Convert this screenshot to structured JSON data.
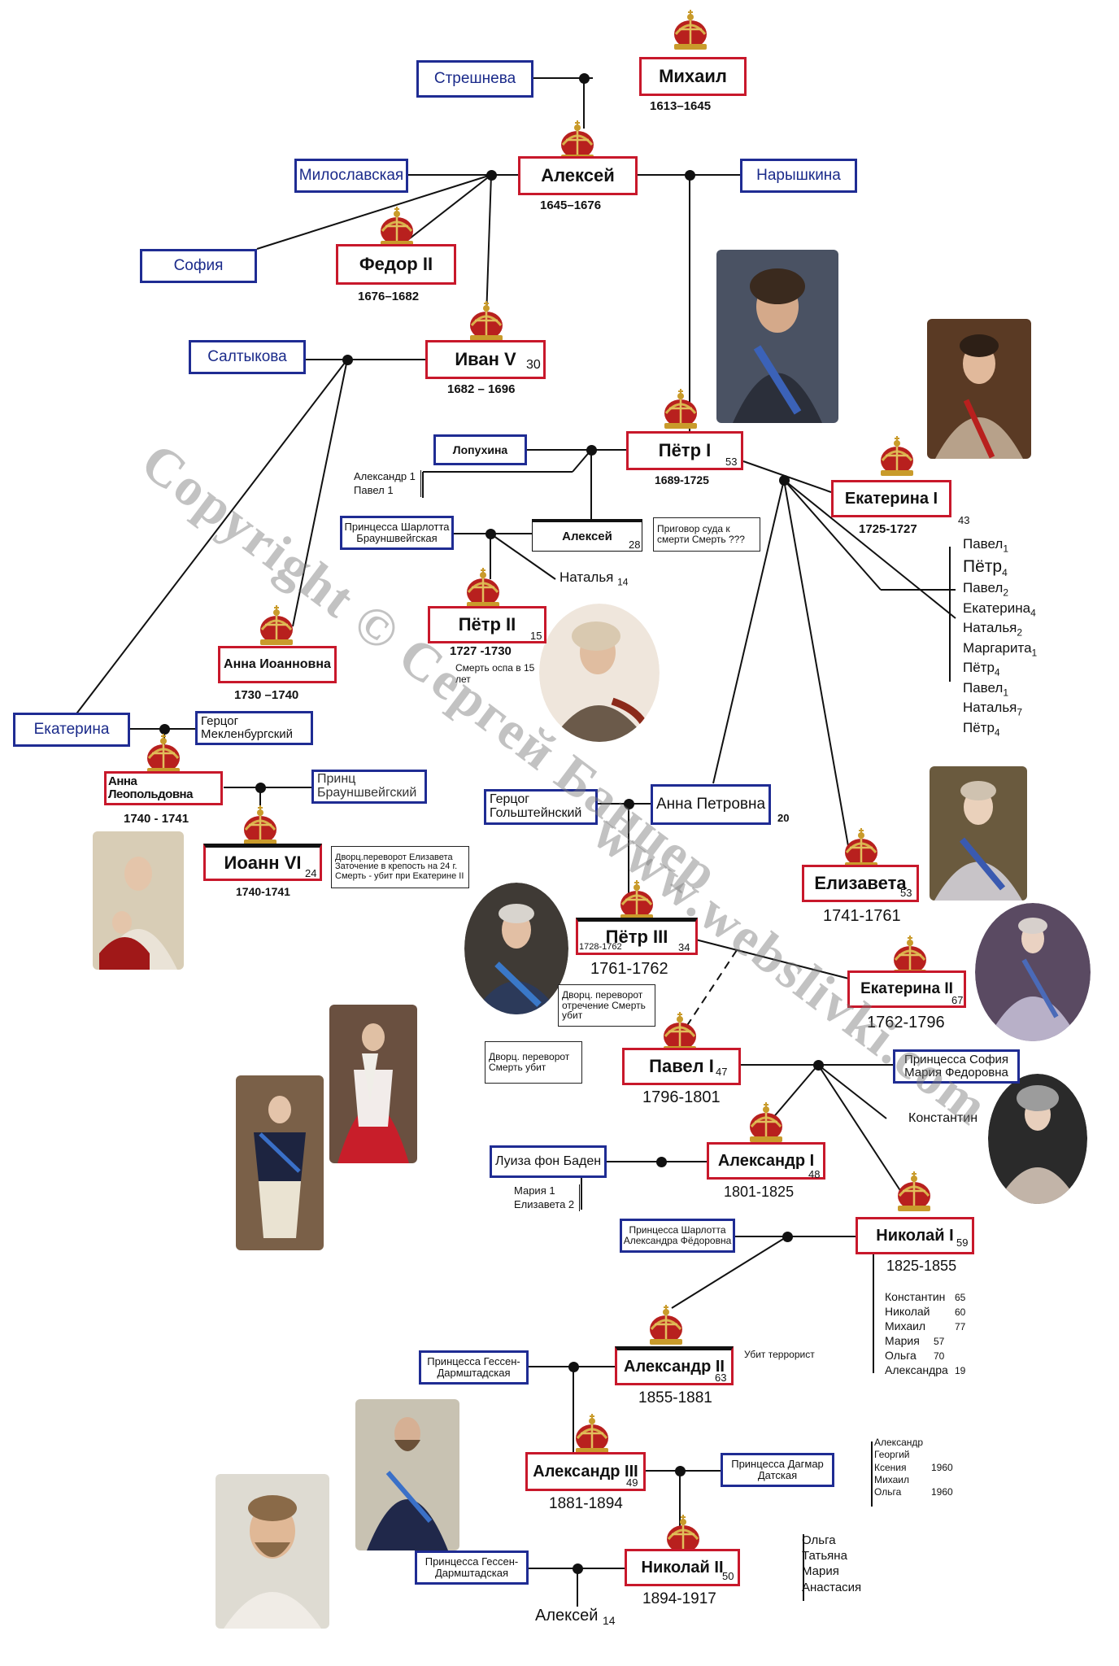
{
  "rulers": {
    "mikhail": {
      "name": "Михаил",
      "years": "1613–1645"
    },
    "aleksei": {
      "name": "Алексей",
      "years": "1645–1676"
    },
    "fedor2": {
      "name": "Федор II",
      "years": "1676–1682"
    },
    "ivan5": {
      "name": "Иван V",
      "num": "30",
      "years": "1682 – 1696"
    },
    "petr1": {
      "name": "Пётр I",
      "num": "53",
      "years": "1689-1725"
    },
    "ekaterina1": {
      "name": "Екатерина I",
      "num": "43",
      "years": "1725-1727"
    },
    "aleksei_son": {
      "name": "Алексей",
      "num": "28"
    },
    "petr2": {
      "name": "Пётр II",
      "num": "15",
      "years": "1727 -1730",
      "death": "Смерть  оспа в 15 лет"
    },
    "anna_ioannovna": {
      "name": "Анна Иоанновна",
      "years": "1730 –1740"
    },
    "anna_leopoldovna": {
      "name": "Анна Леопольдовна",
      "years": "1740 - 1741"
    },
    "ioann6": {
      "name": "Иоанн VI",
      "num": "24",
      "years": "1740-1741"
    },
    "elizaveta": {
      "name": "Елизавета",
      "num": "53",
      "years": "1741-1761"
    },
    "petr3": {
      "name": "Пётр III",
      "num": "34",
      "inner_years": "1728-1762",
      "years": "1761-1762"
    },
    "ekaterina2": {
      "name": "Екатерина II",
      "num": "67",
      "years": "1762-1796"
    },
    "pavel1": {
      "name": "Павел I",
      "num": "47",
      "years": "1796-1801"
    },
    "aleksandr1": {
      "name": "Александр I",
      "num": "48",
      "years": "1801-1825"
    },
    "nikolai1": {
      "name": "Николай I",
      "num": "59",
      "years": "1825-1855"
    },
    "aleksandr2": {
      "name": "Александр II",
      "num": "63",
      "years": "1855-1881"
    },
    "aleksandr3": {
      "name": "Александр III",
      "num": "49",
      "years": "1881-1894"
    },
    "nikolai2": {
      "name": "Николай II",
      "num": "50",
      "years": "1894-1917"
    }
  },
  "spouses": {
    "streshneva": "Стрешнева",
    "miloslavskaya": "Милославская",
    "naryshkina": "Нарышкина",
    "sofia": "София",
    "saltykova": "Салтыкова",
    "lopukhina": "Лопухина",
    "charlotta_br": "Принцесса Шарлотта Брауншвейгская",
    "ekaterina": "Екатерина",
    "gertsog_meklen": "Герцог Мекленбургский",
    "prints_braun": "Принц Брауншвейгский",
    "gertsog_golsht": "Герцог Гольштейнский",
    "anna_petrovna": "Анна Петровна",
    "anna_petrovna_num": "20",
    "sofia_mariya": "Принцесса София Мария Федоровна",
    "luiza": "Луиза фон Баден",
    "charlotta_af": "Принцесса Шарлотта Александра Фёдоровна",
    "gessen1": "Принцесса Гессен-Дармштадская",
    "dagmar": "Принцесса Дагмар Датская",
    "gessen2": "Принцесса Гессен-Дармштадская"
  },
  "notes": {
    "aleksei_fate": "Приговор суда к смерти Смерть ???",
    "ioann_fate": "Дворц.переворот  Елизавета Заточение в крепость на 24 г. Смерть - убит  при Екатерине II",
    "petr3_fate": "Дворц. переворот отречение Смерть     убит",
    "pavel_fate": "Дворц. переворот  Смерть     убит",
    "aleksandr2_fate": "Убит террорист"
  },
  "children": {
    "lopukhina_kids": [
      "Александр 1",
      "Павел 1"
    ],
    "natalya": "Наталья",
    "natalya_num": "14",
    "petr1_kids": [
      {
        "n": "Павел",
        "s": "1"
      },
      {
        "n": "Пётр",
        "s": "4"
      },
      {
        "n": "Павел",
        "s": "2"
      },
      {
        "n": "Екатерина",
        "s": "4"
      },
      {
        "n": "Наталья",
        "s": "2"
      },
      {
        "n": "Маргарита",
        "s": "1"
      },
      {
        "n": "Пётр",
        "s": "4"
      },
      {
        "n": "Павел",
        "s": "1"
      },
      {
        "n": "Наталья",
        "s": "7"
      },
      {
        "n": "Пётр",
        "s": "4"
      }
    ],
    "konstantin": "Константин",
    "aleksandr1_kids": [
      "Мария  1",
      "Елизавета  2"
    ],
    "nikolai1_kids": [
      {
        "n": "Константин",
        "a": "65"
      },
      {
        "n": "Николай",
        "a": "60"
      },
      {
        "n": "Михаил",
        "a": "77"
      },
      {
        "n": "Мария",
        "a": "57"
      },
      {
        "n": "Ольга",
        "a": "70"
      },
      {
        "n": "Александра",
        "a": "19"
      }
    ],
    "aleksandr3_kids": [
      {
        "n": "Александр",
        "a": ""
      },
      {
        "n": "Георгий",
        "a": ""
      },
      {
        "n": "Ксения",
        "a": "1960"
      },
      {
        "n": "Михаил",
        "a": ""
      },
      {
        "n": "Ольга",
        "a": "1960"
      }
    ],
    "nikolai2_kids": [
      "Ольга",
      "Татьяна",
      "Мария",
      "Анастасия"
    ],
    "aleksei_last": "Алексей",
    "aleksei_last_num": "14"
  },
  "watermark": {
    "line1": "Copyright © Сергей Банцер",
    "line2": "www.webslivki.com"
  },
  "colors": {
    "ruler_border": "#c8182b",
    "spouse_border": "#1f2c93",
    "crown_red": "#b8201e",
    "crown_gold": "#c99b2b"
  }
}
